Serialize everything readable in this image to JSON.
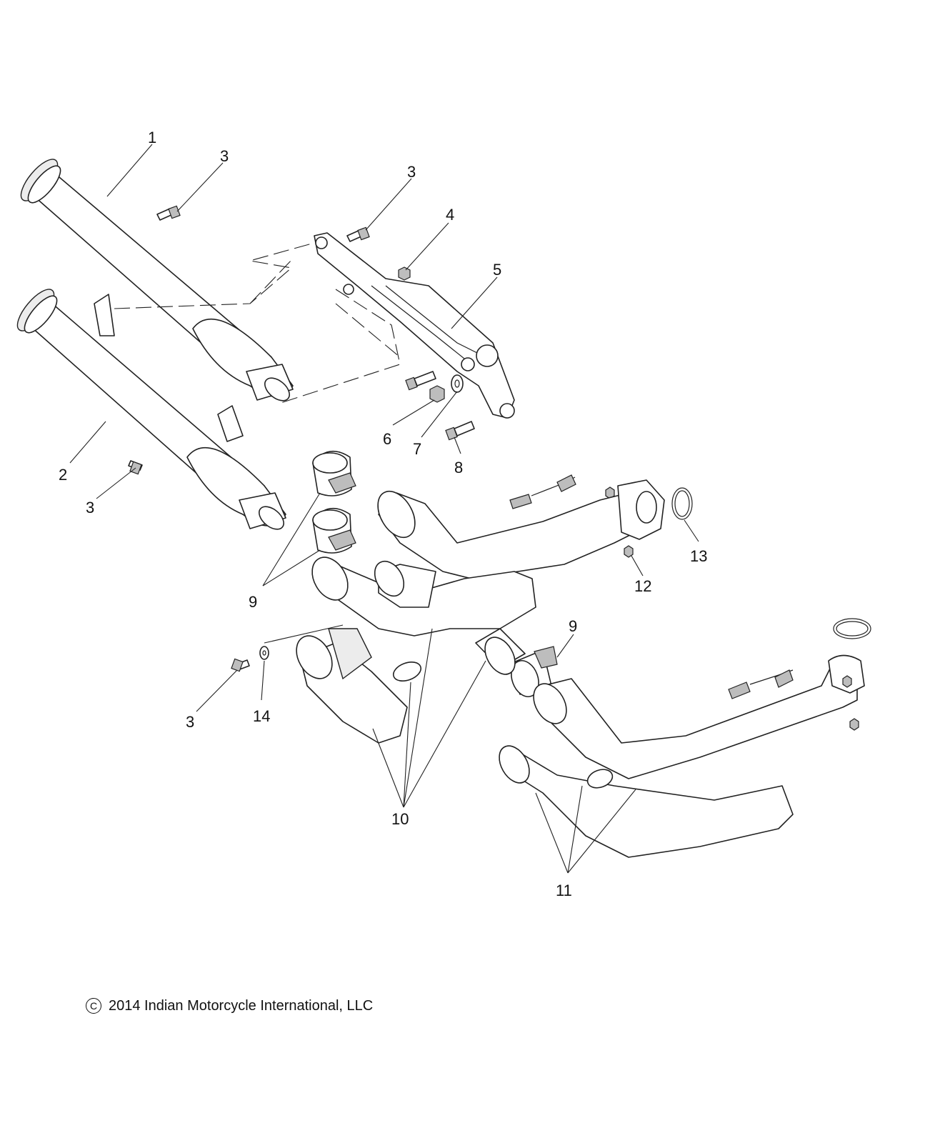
{
  "copyright": {
    "symbol": "C",
    "text": "2014 Indian Motorcycle International, LLC"
  },
  "callouts": [
    {
      "id": "c1",
      "label": "1"
    },
    {
      "id": "c2",
      "label": "2"
    },
    {
      "id": "c3a",
      "label": "3"
    },
    {
      "id": "c3b",
      "label": "3"
    },
    {
      "id": "c3c",
      "label": "3"
    },
    {
      "id": "c3d",
      "label": "3"
    },
    {
      "id": "c4",
      "label": "4"
    },
    {
      "id": "c5",
      "label": "5"
    },
    {
      "id": "c6",
      "label": "6"
    },
    {
      "id": "c7",
      "label": "7"
    },
    {
      "id": "c8",
      "label": "8"
    },
    {
      "id": "c9a",
      "label": "9"
    },
    {
      "id": "c9b",
      "label": "9"
    },
    {
      "id": "c10",
      "label": "10"
    },
    {
      "id": "c11",
      "label": "11"
    },
    {
      "id": "c12",
      "label": "12"
    },
    {
      "id": "c13",
      "label": "13"
    },
    {
      "id": "c14",
      "label": "14"
    }
  ]
}
